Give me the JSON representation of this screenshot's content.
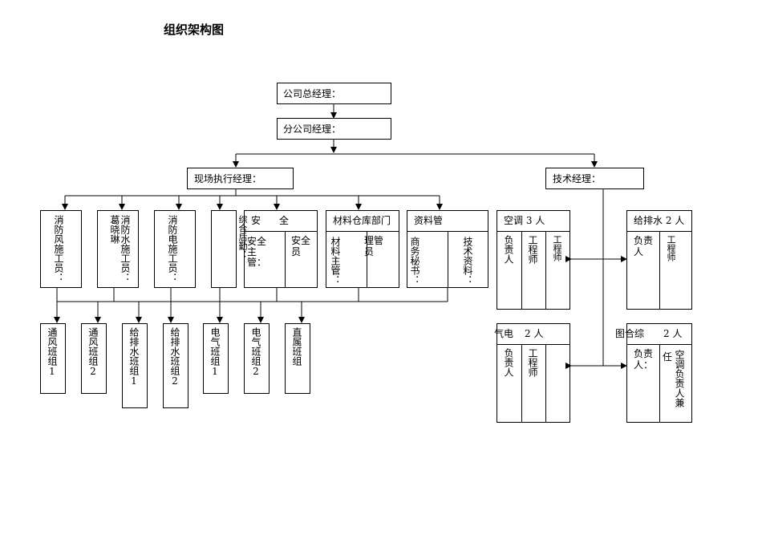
{
  "title": "组织架构图",
  "top": {
    "gm": "公司总经理：",
    "branch_gm": "分公司经理："
  },
  "site": {
    "exec_mgr": "现场执行经理：",
    "fire_vent": "消防风施工员：",
    "ge_xiaolin": "葛晓琳",
    "fire_water": "消防水施工员：",
    "fire_elec": "消防电施工员：",
    "general_admin": "综合后勤：",
    "safety": {
      "header_a": "安",
      "header_b": "全",
      "left": "安全主管：",
      "right": "安全员"
    },
    "material": {
      "header": "材料仓库部门",
      "left": "材料主管：",
      "right": "理管员"
    },
    "data_mgmt": {
      "header": "资料管",
      "left": "商务秘书：",
      "right": "技术资料："
    },
    "teams": [
      "通风班组1",
      "通风班组2",
      "给排水班组1",
      "给排水班组2",
      "电气班组1",
      "电气班组2",
      "直属班组"
    ]
  },
  "tech": {
    "tech_mgr": "技术经理：",
    "ac": {
      "header": "空调 3 人",
      "c1": "负责人",
      "c2": "工程师",
      "c3": "工程师"
    },
    "plumb": {
      "header": "给排水 2 人",
      "c1": "负责人",
      "c2": "工程师"
    },
    "elec": {
      "header_a": "气电",
      "header_b": "2 人",
      "c1": "负责人",
      "c2": "工程师"
    },
    "drawing": {
      "header_a": "图合综",
      "header_b": "2 人",
      "c1": "负责人：",
      "c2a": "任",
      "c2b": "空调负责人兼"
    }
  }
}
